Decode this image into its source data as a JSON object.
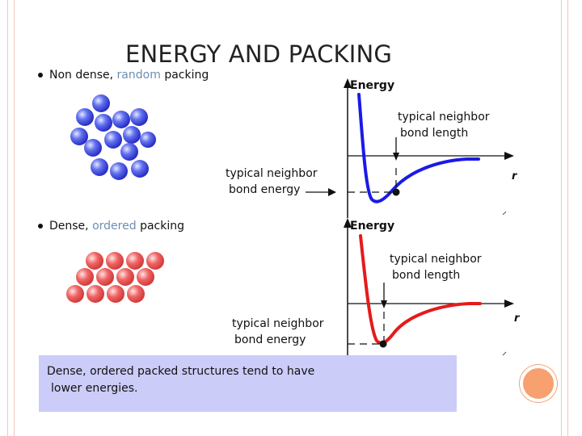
{
  "slide": {
    "title": "ENERGY AND PACKING",
    "bullets": [
      {
        "prefix": "Non dense,",
        "colored": "random",
        "suffix": "packing"
      },
      {
        "prefix": "Dense,",
        "colored": "ordered",
        "suffix": "packing"
      }
    ],
    "plots": [
      {
        "y_axis_label": "Energy",
        "x_axis_label": "r",
        "bond_length_label": [
          "typical neighbor",
          "bond length"
        ],
        "bond_energy_label": [
          "typical neighbor",
          "bond energy"
        ],
        "curve_color": "#1a1ae6"
      },
      {
        "y_axis_label": "Energy",
        "x_axis_label": "r",
        "bond_length_label": [
          "typical neighbor",
          "bond length"
        ],
        "bond_energy_label": [
          "typical neighbor",
          "bond energy"
        ],
        "curve_color": "#e61a1a"
      }
    ],
    "callout": {
      "lines": [
        "Dense, ordered packed structures tend to have",
        " lower energies."
      ]
    },
    "colors": {
      "random_spheres": "#4a5ee8",
      "ordered_spheres": "#ef5f5f",
      "frame": "#f1c9b8",
      "accent_circle": "#f7a070",
      "callout_bg": "#ccccf8"
    }
  }
}
